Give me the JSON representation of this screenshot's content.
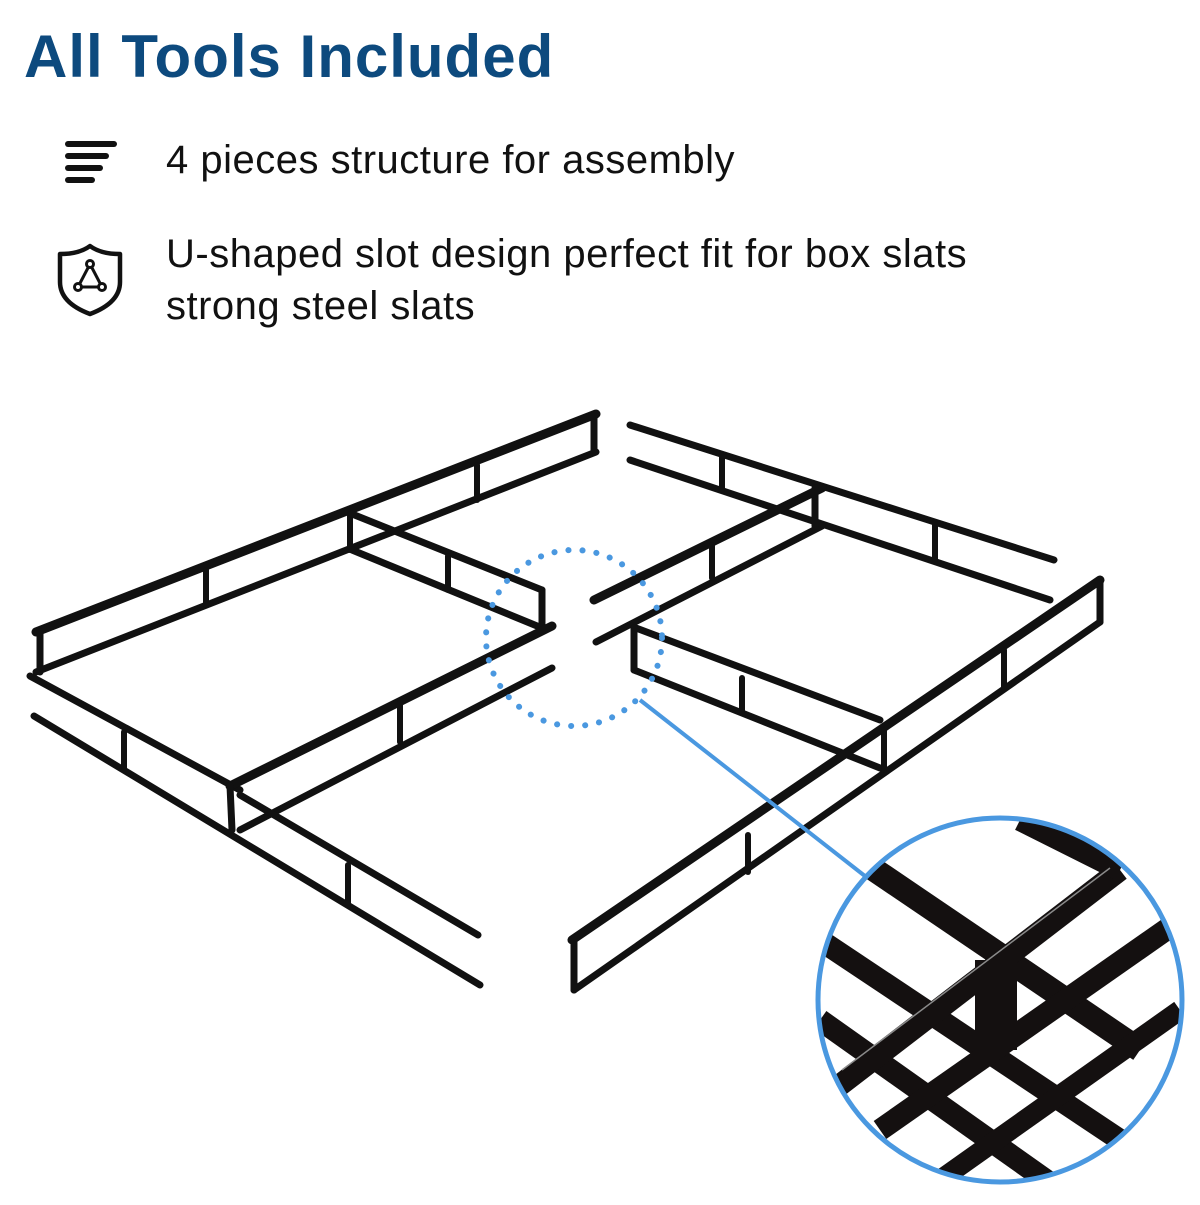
{
  "header": {
    "title": "All Tools Included"
  },
  "features": [
    {
      "icon": "stacked-bars-icon",
      "text": "4 pieces structure for assembly"
    },
    {
      "icon": "shield-triangle-icon",
      "text": "U-shaped slot design perfect fit for box slats strong steel slats"
    }
  ],
  "illustration": {
    "subject": "4-piece metal bed frame, exploded view",
    "detail_callout": "magnified U-shaped slot joint"
  },
  "colors": {
    "title": "#0d4a7e",
    "accent_blue": "#4a98e0",
    "frame": "#111111",
    "text": "#111111"
  }
}
